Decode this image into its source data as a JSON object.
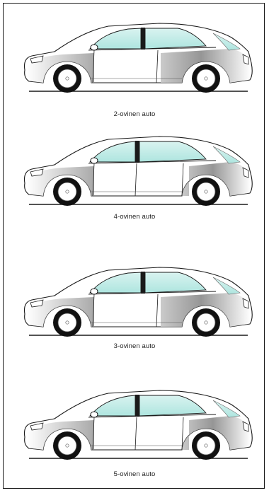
{
  "figures": [
    {
      "caption": "2-ovinen auto",
      "doors": 2
    },
    {
      "caption": "4-ovinen auto",
      "doors": 4
    },
    {
      "caption": "3-ovinen auto",
      "doors": 3
    },
    {
      "caption": "5-ovinen auto",
      "doors": 5
    }
  ],
  "colors": {
    "glass": "#aee5df",
    "outline": "#1a1a1a",
    "body": "#ffffff",
    "shade": "#8f8f8f"
  }
}
